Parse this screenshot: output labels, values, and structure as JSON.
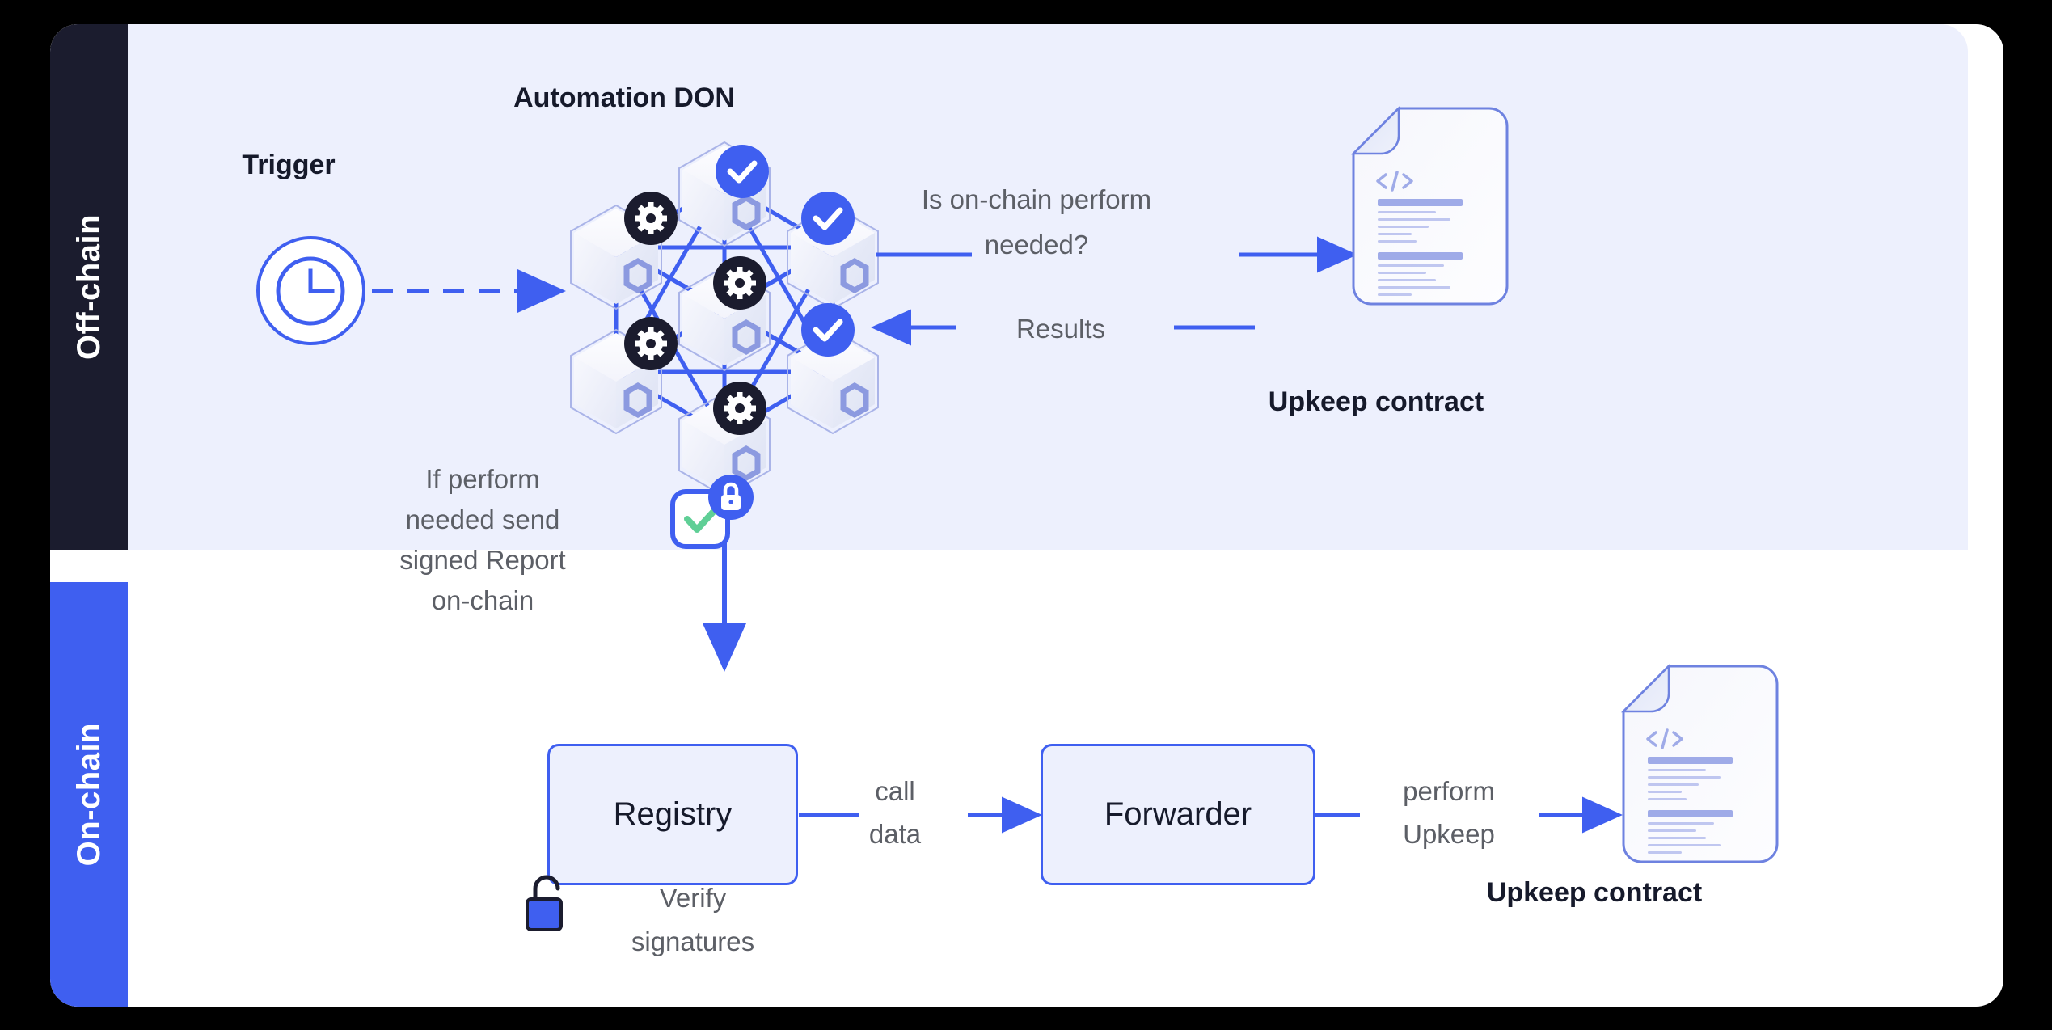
{
  "diagram": {
    "title_don": "Automation DON",
    "bands": {
      "offchain": "Off-chain",
      "onchain": "On-chain"
    },
    "labels": {
      "trigger": "Trigger",
      "is_perform_needed": "Is on-chain perform\nneeded?",
      "is_perform_needed_l1": "Is on-chain perform",
      "is_perform_needed_l2": "needed?",
      "results": "Results",
      "upkeep_contract_top": "Upkeep contract",
      "if_perform_l1": "If perform",
      "if_perform_l2": "needed send",
      "if_perform_l3": "signed Report",
      "if_perform_l4": "on-chain",
      "registry": "Registry",
      "forwarder": "Forwarder",
      "call_l1": "call",
      "call_l2": "data",
      "perform_l1": "perform",
      "perform_l2": "Upkeep",
      "verify_l1": "Verify",
      "verify_l2": "signatures",
      "upkeep_contract_bottom": "Upkeep contract"
    },
    "icons": {
      "trigger": "clock-icon",
      "signed_report": "signed-report-check-icon",
      "signed_report_badge": "lock-closed-icon",
      "verify": "lock-open-icon",
      "contract": "code-document-icon",
      "node_verified": "check-circle-icon",
      "node_worker": "gear-circle-icon"
    },
    "colors": {
      "blue": "#3f5ff0",
      "dark": "#1b1c2e",
      "lavender": "#edf0fd",
      "green": "#5fcf96",
      "grey_text": "#5c5f66",
      "doc_line": "#9fabe8"
    },
    "don_nodes": [
      {
        "id": "top",
        "badge": "check-circle-icon"
      },
      {
        "id": "upper-left",
        "badge": "gear-circle-icon"
      },
      {
        "id": "upper-right",
        "badge": "check-circle-icon"
      },
      {
        "id": "center",
        "badge": "gear-circle-icon"
      },
      {
        "id": "lower-left",
        "badge": "gear-circle-icon"
      },
      {
        "id": "lower-right",
        "badge": "check-circle-icon"
      },
      {
        "id": "bottom",
        "badge": "gear-circle-icon"
      }
    ]
  }
}
